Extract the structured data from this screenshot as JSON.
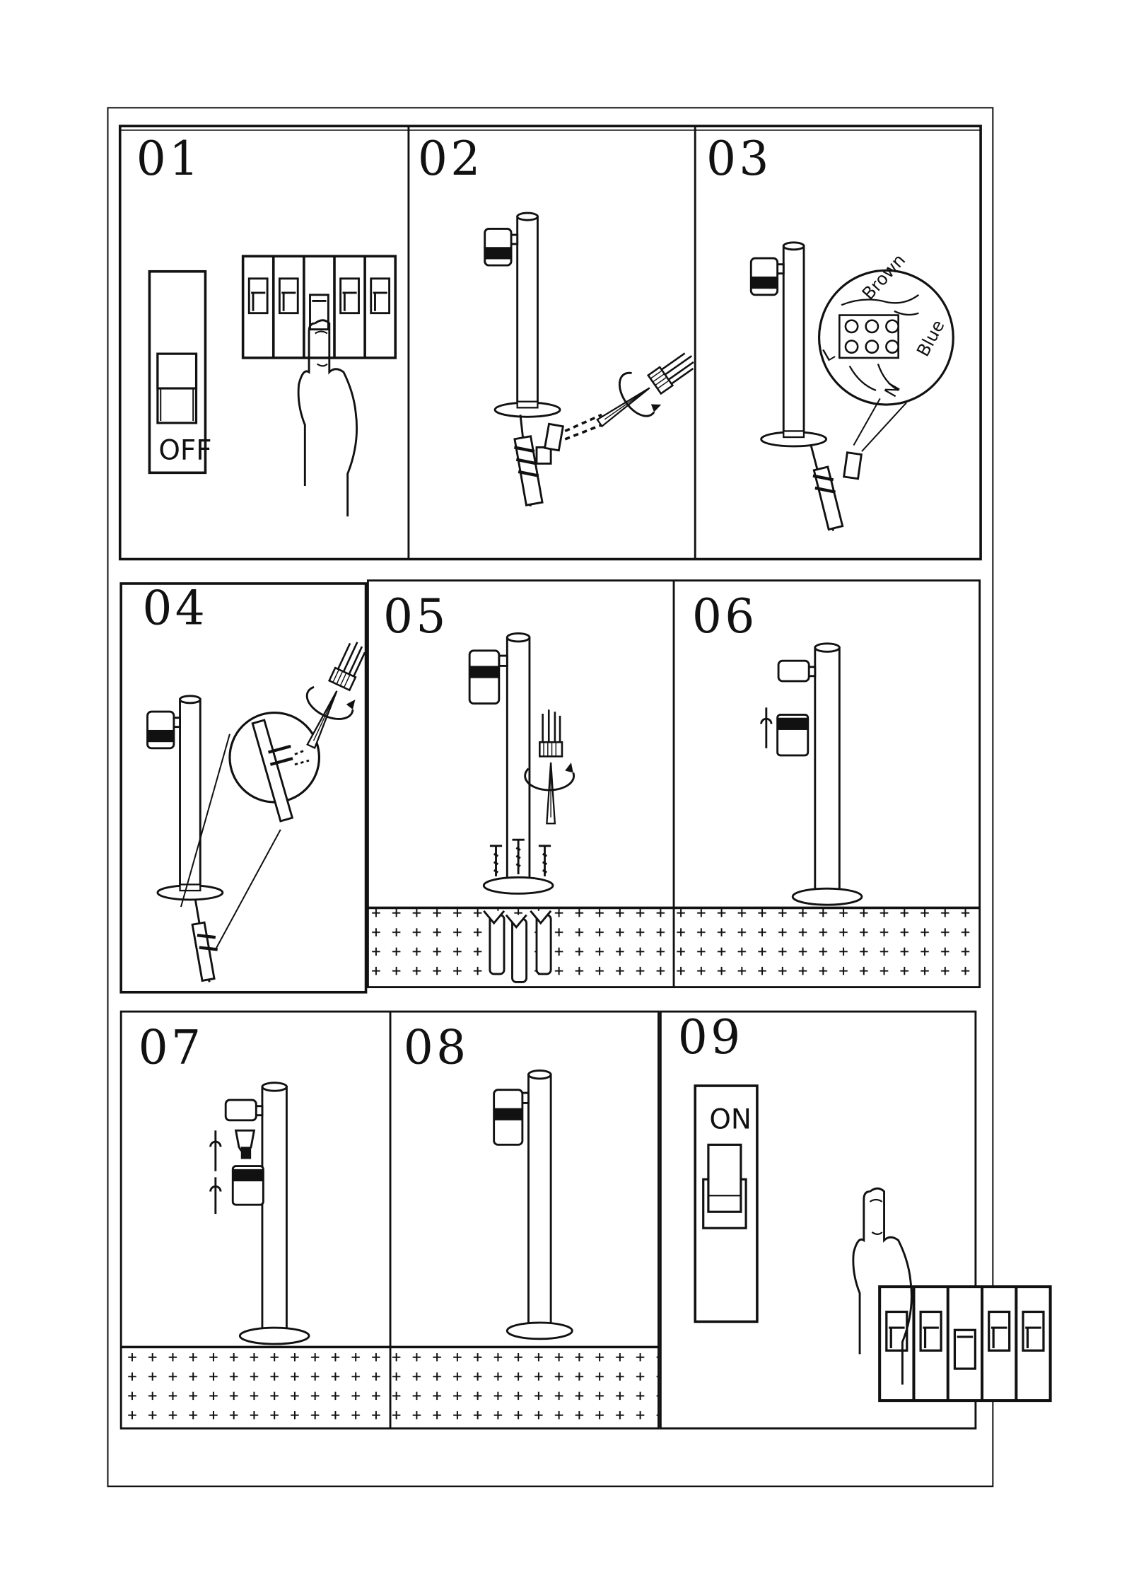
{
  "steps": [
    {
      "number": "01",
      "switch_label": "OFF"
    },
    {
      "number": "02"
    },
    {
      "number": "03",
      "wire_labels": {
        "brown": "Brown",
        "blue": "Blue",
        "live": "L",
        "neutral": "N"
      }
    },
    {
      "number": "04"
    },
    {
      "number": "05"
    },
    {
      "number": "06"
    },
    {
      "number": "07"
    },
    {
      "number": "08"
    },
    {
      "number": "09",
      "switch_label": "ON"
    }
  ]
}
